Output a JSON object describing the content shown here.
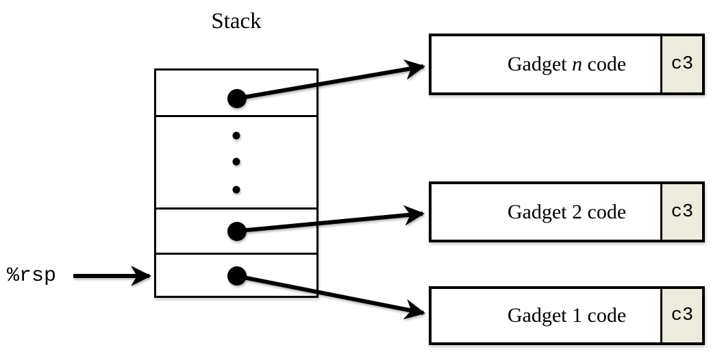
{
  "diagram": {
    "title": "Stack",
    "rsp_label": "%rsp",
    "gadgets": [
      {
        "prefix": "Gadget ",
        "index": "n",
        "suffix": " code",
        "ret": "c3"
      },
      {
        "prefix": "Gadget ",
        "index": "2",
        "suffix": " code",
        "ret": "c3"
      },
      {
        "prefix": "Gadget ",
        "index": "1",
        "suffix": " code",
        "ret": "c3"
      }
    ]
  },
  "colors": {
    "stroke": "#000000",
    "ret_cell_bg": "#ECEBDE",
    "background": "#FFFFFF"
  }
}
